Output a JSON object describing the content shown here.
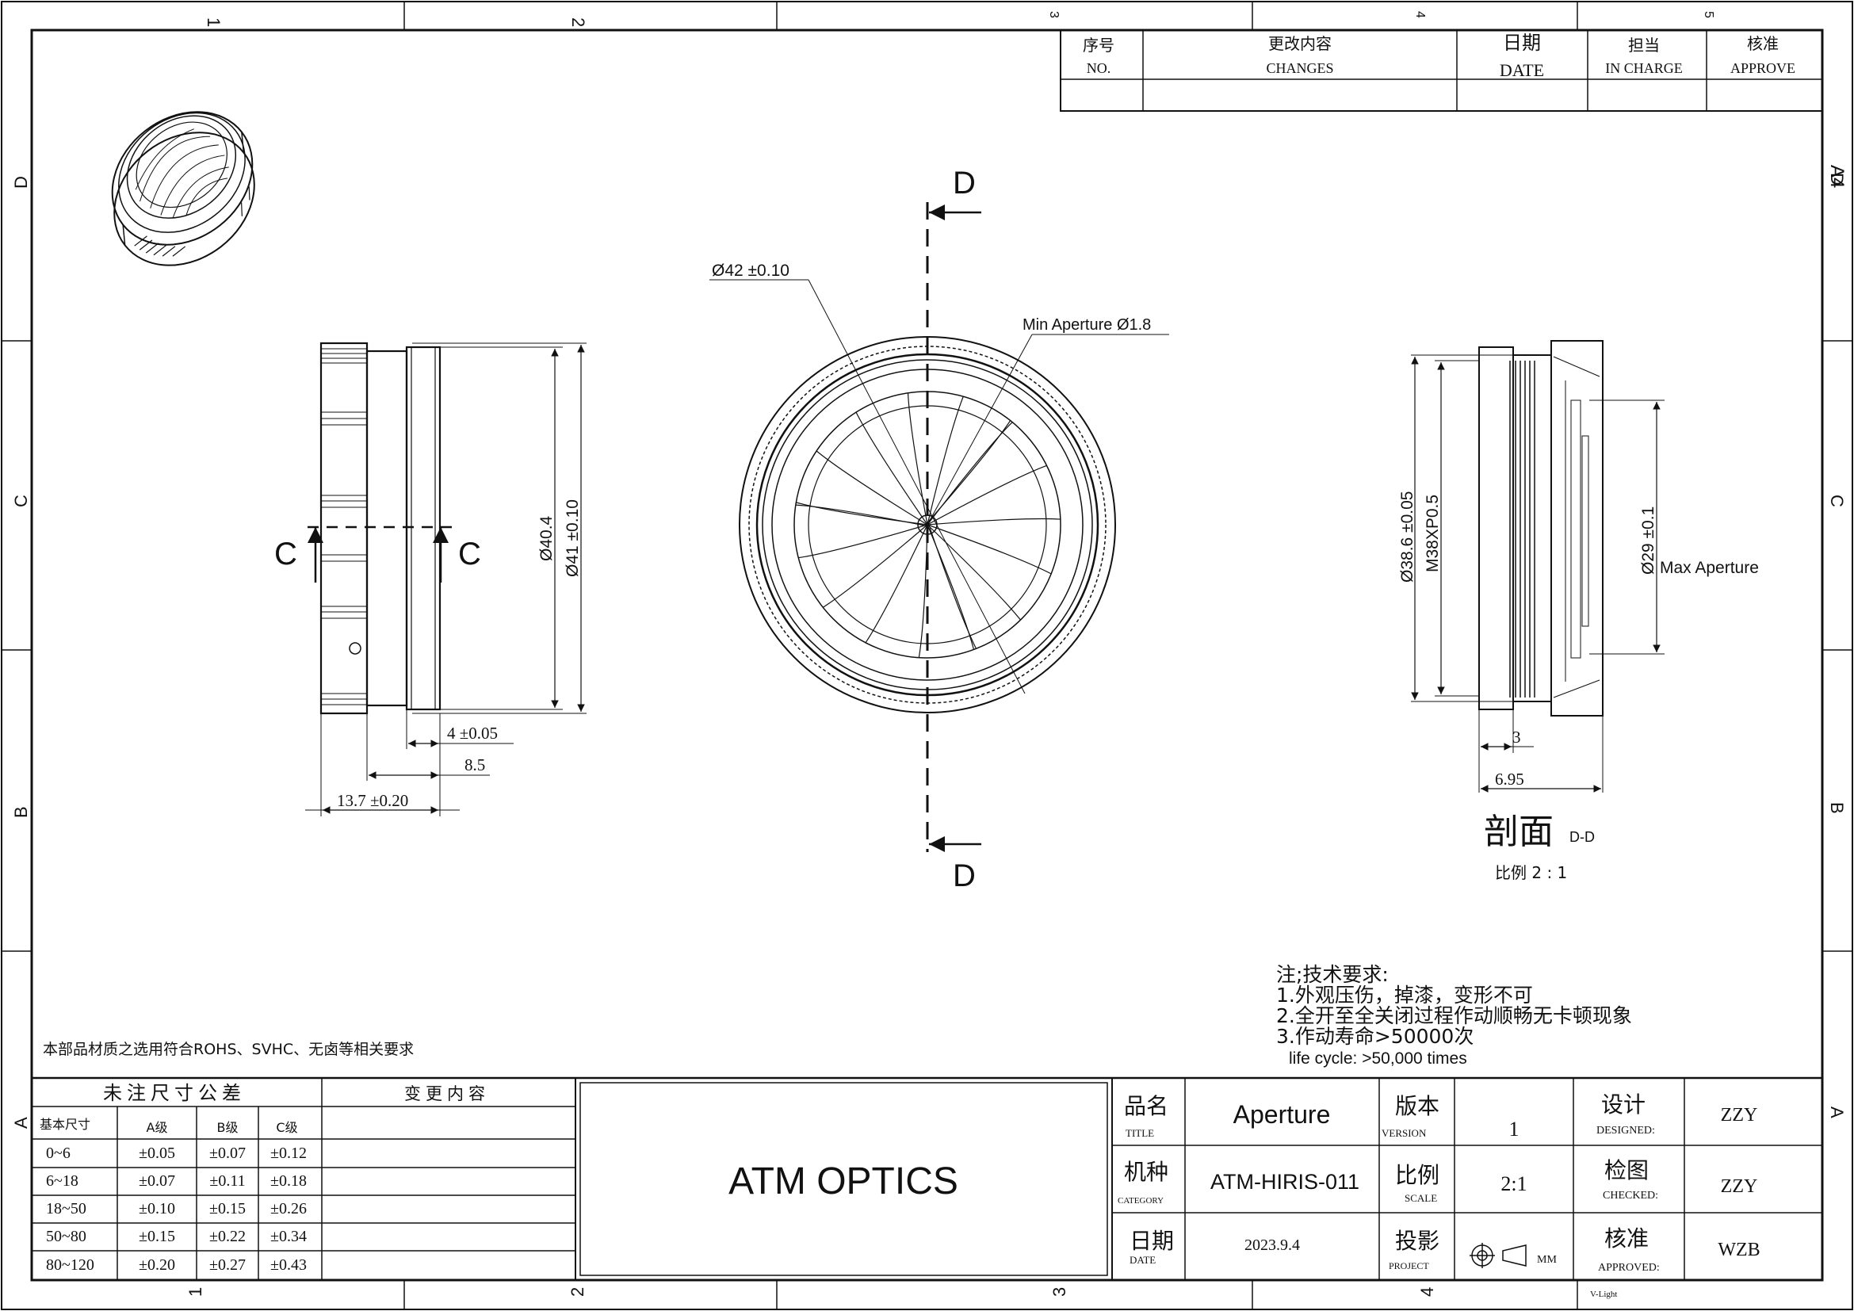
{
  "border": {
    "col_numbers": [
      "1",
      "2",
      "3",
      "4",
      "5"
    ],
    "row_letters": [
      "D",
      "C",
      "B",
      "A"
    ],
    "sheet_size": "A4"
  },
  "revision_table": {
    "headers": [
      {
        "cn": "序号",
        "en": "NO."
      },
      {
        "cn": "更改内容",
        "en": "CHANGES"
      },
      {
        "cn": "日期",
        "en": "DATE"
      },
      {
        "cn": "担当",
        "en": "IN CHARGE"
      },
      {
        "cn": "核准",
        "en": "APPROVE"
      }
    ]
  },
  "views": {
    "front": {
      "section_mark": "C",
      "dim_outer_dia": "Ø41 ±0.10",
      "dim_inner_dia": "Ø40.4",
      "dim_4": "4 ±0.05",
      "dim_8_5": "8.5",
      "dim_13_7": "13.7 ±0.20"
    },
    "iris": {
      "section_mark": "D",
      "dim_dia": "Ø42 ±0.10",
      "min_aperture": "Min Aperture Ø1.8"
    },
    "section": {
      "dim_38_6": "Ø38.6 ±0.05",
      "thread": "M38XP0.5",
      "dim_29": "Ø29 ±0.1",
      "max_aperture": "Max Aperture",
      "dim_3": "3",
      "dim_6_95": "6.95",
      "title_cn": "剖面",
      "title_suffix": "D-D",
      "scale": "比例 2 : 1"
    }
  },
  "notes": {
    "heading": "注;技术要求:",
    "lines": [
      "1.外观压伤，掉漆，变形不可",
      "2.全开至全关闭过程作动顺畅无卡顿现象",
      "3.作动寿命>50000次"
    ],
    "english": "life cycle: >50,000 times"
  },
  "material_note": "本部品材质之选用符合ROHS、SVHC、无卤等相关要求",
  "tolerance_table": {
    "title": "未注尺寸公差",
    "change_header": "变更内容",
    "col_headers": [
      "基本尺寸",
      "A级",
      "B级",
      "C级"
    ],
    "rows": [
      [
        "0~6",
        "±0.05",
        "±0.07",
        "±0.12"
      ],
      [
        "6~18",
        "±0.07",
        "±0.11",
        "±0.18"
      ],
      [
        "18~50",
        "±0.10",
        "±0.15",
        "±0.26"
      ],
      [
        "50~80",
        "±0.15",
        "±0.22",
        "±0.34"
      ],
      [
        "80~120",
        "±0.20",
        "±0.27",
        "±0.43"
      ]
    ]
  },
  "company": "ATM OPTICS",
  "title_block": {
    "title_cn": "品名",
    "title_en": "TITLE",
    "title_value": "Aperture",
    "category_cn": "机种",
    "category_en": "CATEGORY",
    "category_value": "ATM-HIRIS-011",
    "date_cn": "日期",
    "date_en": "DATE",
    "date_value": "2023.9.4",
    "version_cn": "版本",
    "version_en": "VERSION",
    "version_value": "1",
    "scale_cn": "比例",
    "scale_en": "SCALE",
    "scale_value": "2:1",
    "project_cn": "投影",
    "project_en": "PROJECT",
    "unit": "MM",
    "designed_cn": "设计",
    "designed_en": "DESIGNED:",
    "designed_value": "ZZY",
    "checked_cn": "检图",
    "checked_en": "CHECKED:",
    "checked_value": "ZZY",
    "approved_cn": "核准",
    "approved_en": "APPROVED:",
    "approved_value": "WZB",
    "software": "V-Light"
  }
}
